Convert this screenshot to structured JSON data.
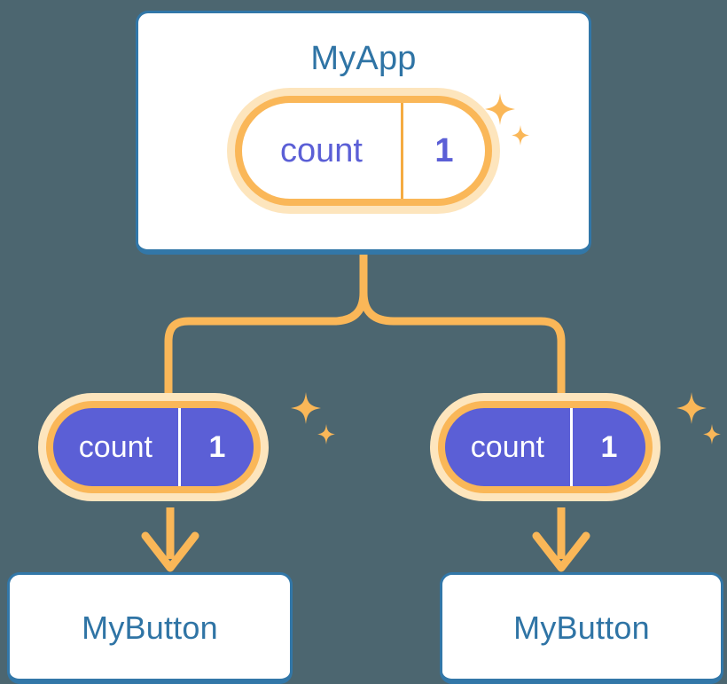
{
  "diagram": {
    "background_color": "#4c6670",
    "accent_orange": "#fab758",
    "accent_orange_glow": "#fde5bd",
    "accent_blue": "#3277a8",
    "accent_indigo": "#5b5fd6",
    "title_color": "#2f74a5"
  },
  "root": {
    "card_label": "MyApp",
    "state": {
      "name": "count",
      "value": "1"
    },
    "sparkle_icon": "sparkle-icon"
  },
  "children": [
    {
      "card_label": "MyButton",
      "state": {
        "name": "count",
        "value": "1"
      },
      "sparkle_icon": "sparkle-icon"
    },
    {
      "card_label": "MyButton",
      "state": {
        "name": "count",
        "value": "1"
      },
      "sparkle_icon": "sparkle-icon"
    }
  ],
  "connectors": {
    "branch_icon": "branch-connector-icon",
    "arrow_icon": "arrow-down-icon"
  }
}
